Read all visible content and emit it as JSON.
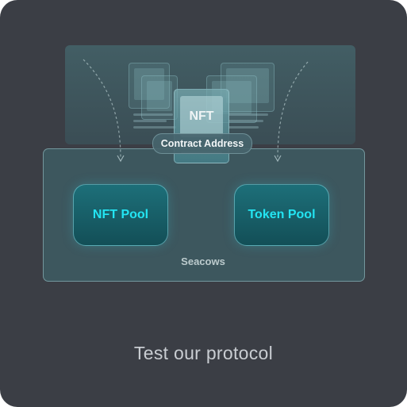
{
  "card": {
    "nft_label": "NFT",
    "contract_label": "Contract Address",
    "nft_pool_label": "NFT Pool",
    "token_pool_label": "Token Pool",
    "container_label": "Seacows",
    "caption": "Test our protocol"
  },
  "colors": {
    "background": "#3b3e45",
    "pool_text": "#23e4f2",
    "caption_text": "#c9cdd2"
  }
}
